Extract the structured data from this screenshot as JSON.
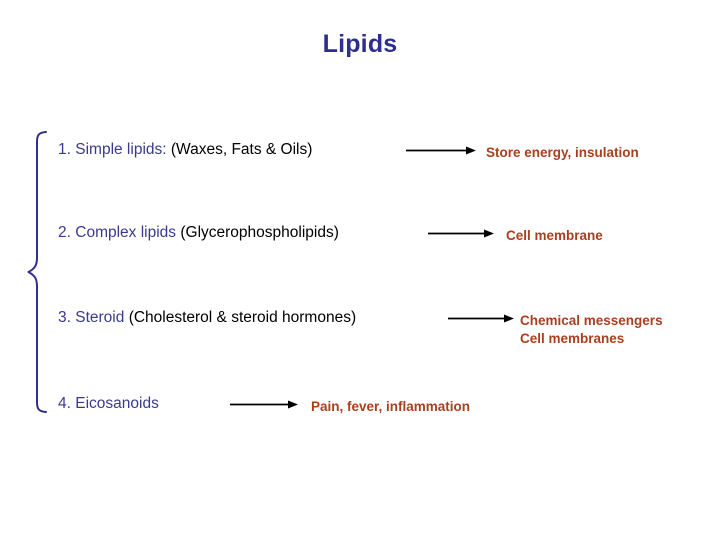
{
  "slide": {
    "title": "Lipids",
    "colors": {
      "title": "#2e2e8f",
      "category_blue": "#3a3a8c",
      "detail_black": "#000000",
      "function_red": "#a8401f",
      "brace": "#2e2e8f",
      "arrow": "#000000",
      "background": "#ffffff"
    },
    "brace": {
      "name": "left-curly-brace",
      "spans_items": 4
    },
    "items": [
      {
        "number": "1.",
        "category": "Simple lipids:",
        "detail": "(Waxes, Fats & Oils)",
        "arrow": "right-arrow",
        "functions": [
          "Store energy, insulation"
        ]
      },
      {
        "number": "2.",
        "category": "Complex lipids",
        "detail": "(Glycerophospholipids)",
        "arrow": "right-arrow",
        "functions": [
          "Cell membrane"
        ]
      },
      {
        "number": "3.",
        "category": "Steroid",
        "detail": "(Cholesterol & steroid hormones)",
        "arrow": "right-arrow",
        "functions": [
          "Chemical messengers",
          "Cell membranes"
        ]
      },
      {
        "number": "4.",
        "category": "Eicosanoids",
        "detail": "",
        "arrow": "right-arrow",
        "functions": [
          "Pain, fever, inflammation"
        ]
      }
    ]
  }
}
